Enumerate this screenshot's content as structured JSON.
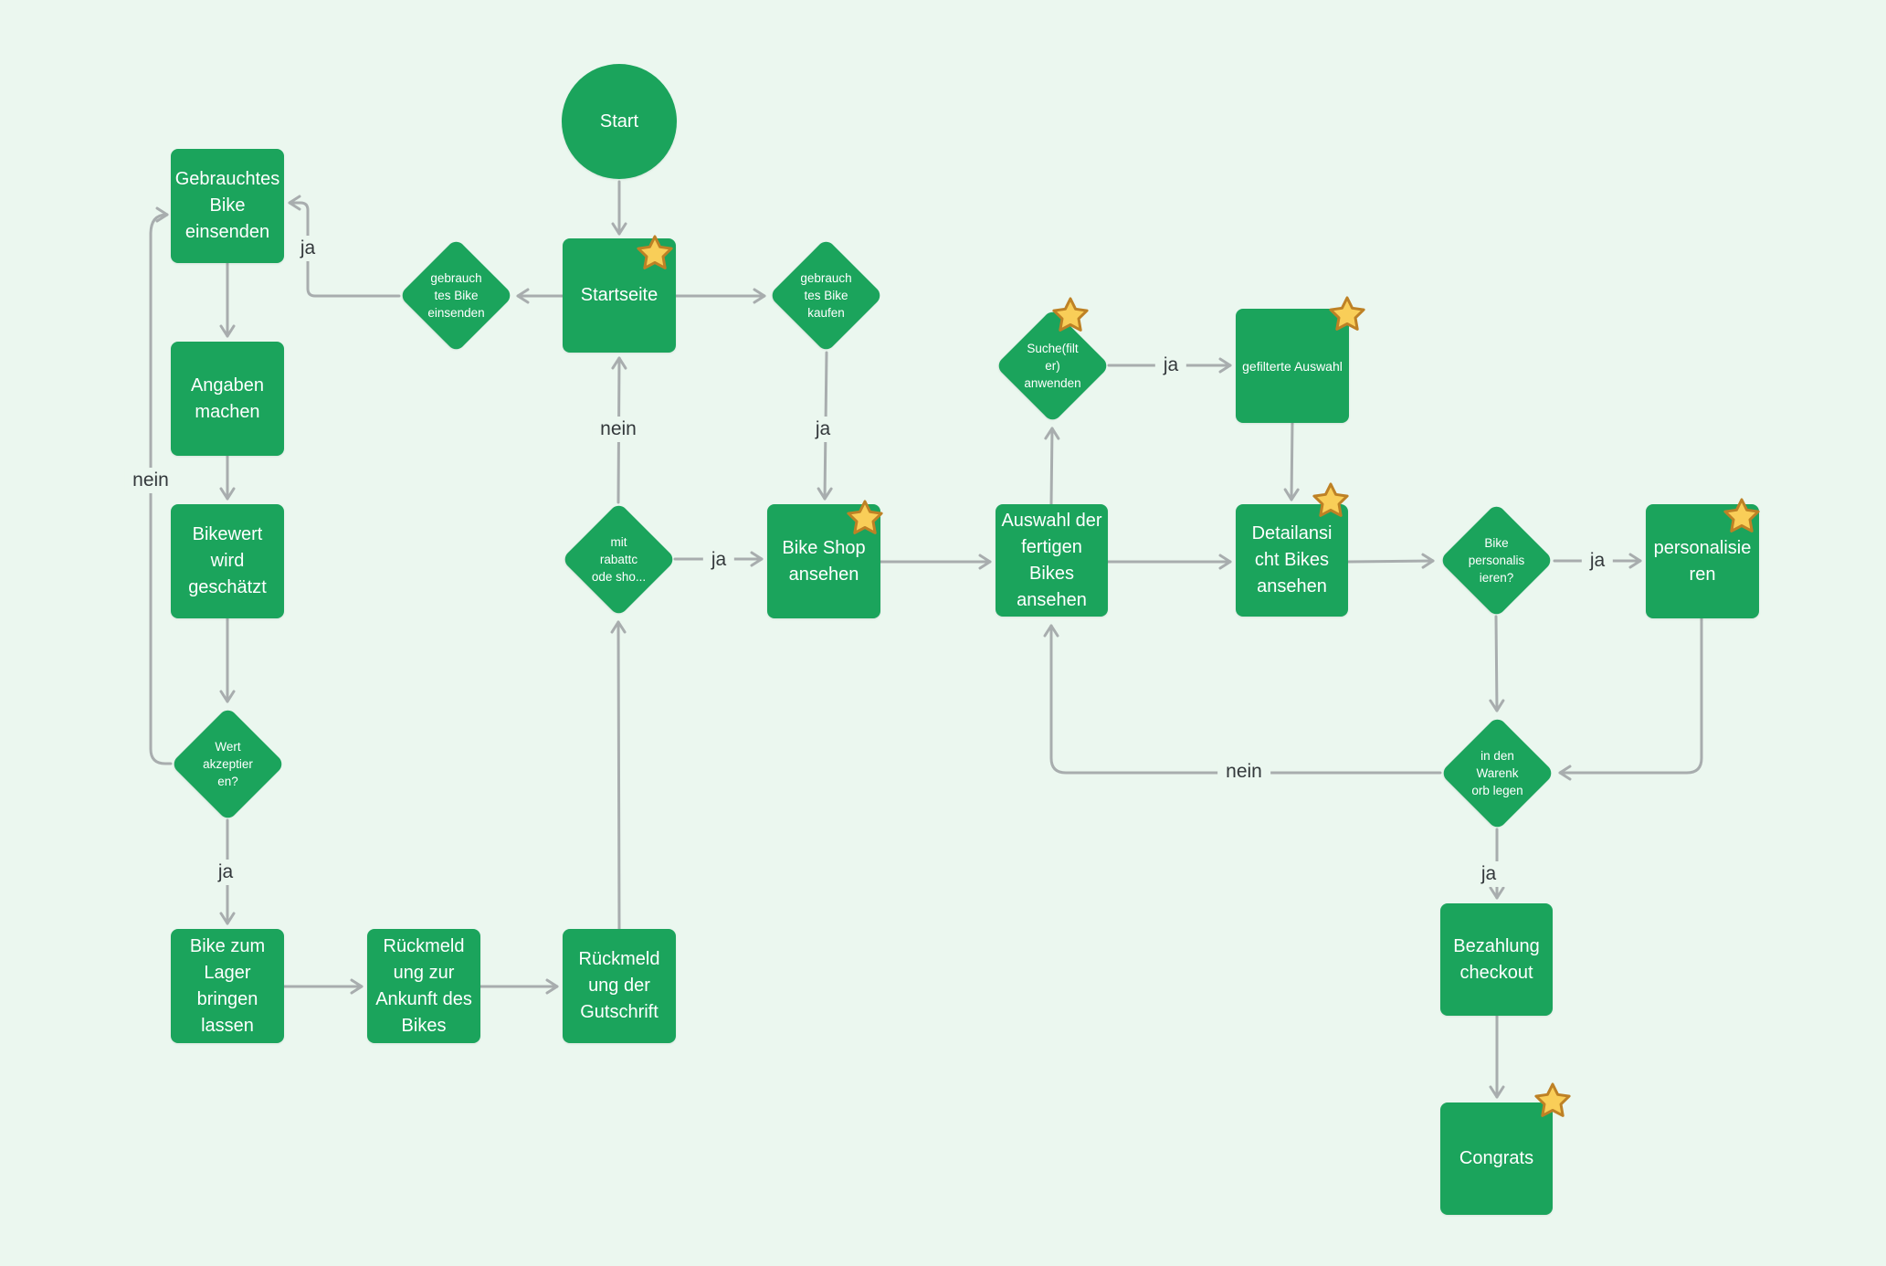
{
  "colors": {
    "canvas_background": "#EBF7EF",
    "node_green": "#1BA45C",
    "node_text": "#FFFFFF",
    "edge_gray": "#A8ADAE",
    "edge_label_text": "#33383B",
    "star_fill": "#F9CE58",
    "star_outline": "#BE8125"
  },
  "nodes": [
    {
      "id": "start",
      "shape": "circle",
      "label": "Start",
      "starred": false
    },
    {
      "id": "startseite",
      "shape": "rect",
      "label": "Startseite",
      "starred": true
    },
    {
      "id": "gebrauchtes-bike-einsenden",
      "shape": "rect",
      "label": "Gebrauchtes\nBike\neinsenden",
      "starred": false
    },
    {
      "id": "angaben-machen",
      "shape": "rect",
      "label": "Angaben\nmachen",
      "starred": false
    },
    {
      "id": "bikewert-wird-geschaetzt",
      "shape": "rect",
      "label": "Bikewert\nwird\ngeschätzt",
      "starred": false
    },
    {
      "id": "wert-akzeptieren",
      "shape": "diamond",
      "label": "Wert\nakzeptier\nen?",
      "starred": false
    },
    {
      "id": "bike-zum-lager-bringen-lassen",
      "shape": "rect",
      "label": "Bike zum\nLager\nbringen\nlassen",
      "starred": false
    },
    {
      "id": "rueckmeldung-ankunft-bikes",
      "shape": "rect",
      "label": "Rückmeld\nung zur\nAnkunft des\nBikes",
      "starred": false
    },
    {
      "id": "rueckmeldung-gutschrift",
      "shape": "rect",
      "label": "Rückmeld\nung der\nGutschrift",
      "starred": false
    },
    {
      "id": "gebrauchtes-bike-einsenden-frage",
      "shape": "diamond",
      "label": "gebrauch\ntes Bike\neinsenden",
      "starred": false
    },
    {
      "id": "gebrauchtes-bike-kaufen-frage",
      "shape": "diamond",
      "label": "gebrauch\ntes Bike\nkaufen",
      "starred": false
    },
    {
      "id": "mit-rabattcode-frage",
      "shape": "diamond",
      "label": "mit\nrabattc\node sho...",
      "starred": false
    },
    {
      "id": "bike-shop-ansehen",
      "shape": "rect",
      "label": "Bike Shop\nansehen",
      "starred": true
    },
    {
      "id": "auswahl-fertige-bikes-ansehen",
      "shape": "rect",
      "label": "Auswahl der\nfertigen\nBikes\nansehen",
      "starred": false
    },
    {
      "id": "suche-filter-anwenden",
      "shape": "diamond",
      "label": "Suche(filt\ner)\nanwenden",
      "starred": true
    },
    {
      "id": "gefilterte-auswahl",
      "shape": "rect",
      "label": "gefilterte Auswahl",
      "starred": true
    },
    {
      "id": "detailansicht-bikes-ansehen",
      "shape": "rect",
      "label": "Detailansi\ncht Bikes\nansehen",
      "starred": true
    },
    {
      "id": "bike-personalisieren-frage",
      "shape": "diamond",
      "label": "Bike\npersonalis\nieren?",
      "starred": false
    },
    {
      "id": "personalisieren",
      "shape": "rect",
      "label": "personalisie\nren",
      "starred": true
    },
    {
      "id": "in-den-warenkorb-legen",
      "shape": "diamond",
      "label": "in den\nWarenk\norb legen",
      "starred": false
    },
    {
      "id": "bezahlung-checkout",
      "shape": "rect",
      "label": "Bezahlung\ncheckout",
      "starred": false
    },
    {
      "id": "congrats",
      "shape": "rect",
      "label": "Congrats",
      "starred": true
    }
  ],
  "edge_labels": [
    {
      "text": "ja"
    },
    {
      "text": "nein"
    },
    {
      "text": "ja"
    },
    {
      "text": "nein"
    },
    {
      "text": "ja"
    },
    {
      "text": "ja"
    },
    {
      "text": "ja"
    },
    {
      "text": "ja"
    },
    {
      "text": "nein"
    },
    {
      "text": "ja"
    }
  ]
}
